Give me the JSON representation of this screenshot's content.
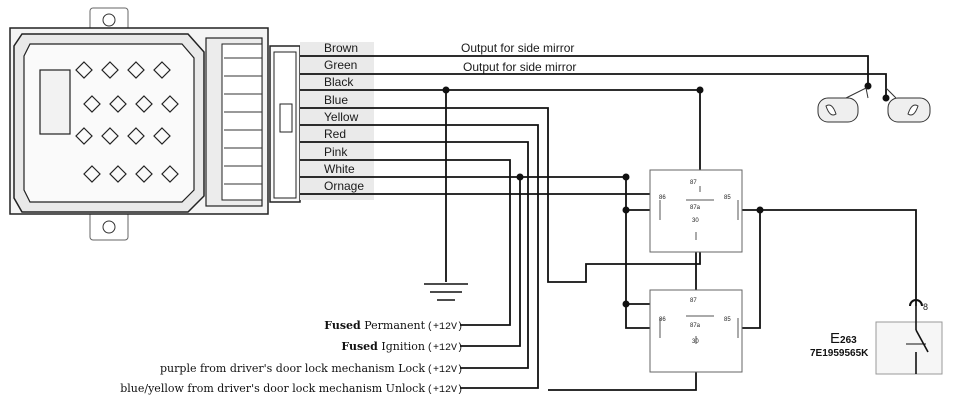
{
  "wires": [
    "Brown",
    "Green",
    "Black",
    "Blue",
    "Yellow",
    "Red",
    "Pink",
    "White",
    "Ornage"
  ],
  "notes": [
    "Output for side mirror",
    "Output for side mirror"
  ],
  "inputs": [
    {
      "plain": "",
      "bold": "Fused",
      "tail": " Permanent",
      "volt": "(+12V)"
    },
    {
      "plain": "",
      "bold": "Fused",
      "tail": " Ignition",
      "volt": "(+12V)"
    },
    {
      "plain": "purple from driver's door lock mechanism",
      "bold": "",
      "tail": " Lock",
      "volt": "(+12V)"
    },
    {
      "plain": "blue/yellow from driver's door lock mechanism",
      "bold": "",
      "tail": " Unlock",
      "volt": "(+12V)"
    }
  ],
  "relay_pins": [
    "87",
    "86",
    "87a",
    "85",
    "30"
  ],
  "switch": {
    "title_big": "E",
    "title_small": "263",
    "code": "7E1959565K",
    "pin": "8"
  },
  "icons": [
    "control-module-icon",
    "ground-symbol-icon",
    "side-mirror-icon",
    "side-mirror-icon",
    "relay-icon",
    "relay-icon",
    "switch-icon"
  ]
}
